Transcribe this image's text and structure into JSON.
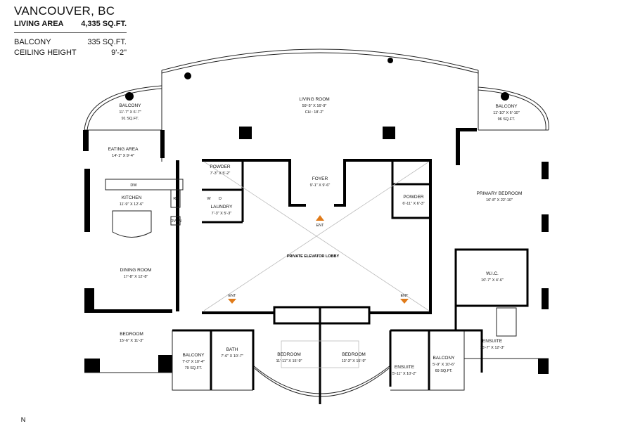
{
  "header": {
    "title": "VANCOUVER, BC",
    "living_area_label": "LIVING AREA",
    "living_area_value": "4,335 SQ.FT.",
    "balcony_label": "BALCONY",
    "balcony_value": "335 SQ.FT.",
    "ceiling_label": "CEILING HEIGHT",
    "ceiling_value": "9'-2\""
  },
  "rooms": [
    {
      "name": "BALCONY",
      "dims": "11'-7\" X 6'-7\"",
      "area": "91 SQ.FT."
    },
    {
      "name": "LIVING ROOM",
      "dims": "59'-5\" X 16'-9\"",
      "area": "CH : 18'-2\""
    },
    {
      "name": "BALCONY",
      "dims": "11'-10\" X 6'-10\"",
      "area": "96 SQ.FT."
    },
    {
      "name": "EATING AREA",
      "dims": "14'-1\" X 9'-4\""
    },
    {
      "name": "POWDER",
      "dims": "7'-3\" X 5'-2\""
    },
    {
      "name": "LAUNDRY",
      "dims": "7'-3\" X 5'-3\""
    },
    {
      "name": "FOYER",
      "dims": "9'-1\" X 9'-6\""
    },
    {
      "name": "POWDER",
      "dims": "6'-11\" X 6'-3\""
    },
    {
      "name": "KITCHEN",
      "dims": "11'-9\" X 12'-6\""
    },
    {
      "name": "PRIMARY BEDROOM",
      "dims": "16'-8\" X 22'-10\""
    },
    {
      "name": "PRIVATE ELEVATOR LOBBY"
    },
    {
      "name": "W.I.C.",
      "dims": "10'-7\" X 4'-6\""
    },
    {
      "name": "DINING ROOM",
      "dims": "17'-8\" X 12'-8\""
    },
    {
      "name": "ENSUITE",
      "dims": "16'-7\" X 12'-3\""
    },
    {
      "name": "BEDROOM",
      "dims": "15'-6\" X 11'-3\""
    },
    {
      "name": "BALCONY",
      "dims": "7'-0\" X 10'-4\"",
      "area": "79 SQ.FT."
    },
    {
      "name": "BATH",
      "dims": "7'-6\" X 10'-7\""
    },
    {
      "name": "BEDROOM",
      "dims": "11'-11\" X 15'-9\""
    },
    {
      "name": "BEDROOM",
      "dims": "13'-3\" X 15'-9\""
    },
    {
      "name": "ENSUITE",
      "dims": "5'-11\" X 10'-2\""
    },
    {
      "name": "BALCONY",
      "dims": "5'-9\" X 10'-6\"",
      "area": "69 SQ.FT."
    }
  ],
  "fixtures": {
    "dw": "DW",
    "rf": "RF",
    "oven": "OVEN",
    "washer": "W",
    "dryer": "D"
  },
  "entries": {
    "label": "ENT",
    "color": "#e07b1a"
  },
  "compass": {
    "label": "N"
  }
}
